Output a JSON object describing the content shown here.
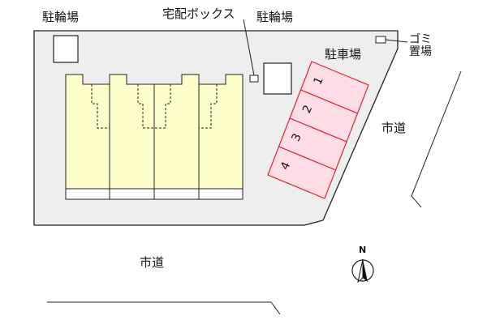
{
  "labels": {
    "bicycle_parking_left": "駐輪場",
    "delivery_box": "宅配ボックス",
    "bicycle_parking_right": "駐輪場",
    "car_parking": "駐車場",
    "garbage": "ゴミ\n置場",
    "road_right": "市道",
    "road_bottom": "市道",
    "north": "N"
  },
  "parking_spaces": [
    "1",
    "2",
    "3",
    "4"
  ],
  "colors": {
    "site_fill": "#eeeeee",
    "building_fill": "#ffffcc",
    "parking_fill": "#ffdde6",
    "parking_stroke": "#dd2233",
    "line": "#222222"
  },
  "icons": {
    "north": "compass-north-icon"
  }
}
